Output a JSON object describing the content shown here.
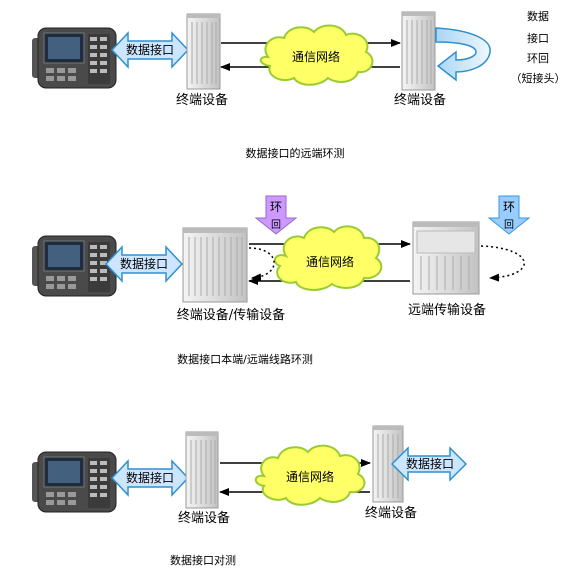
{
  "diagram1": {
    "interface_label": "数据接口",
    "network_label": "通信网络",
    "left_device_label": "终端设备",
    "right_device_label": "终端设备",
    "loop_note": [
      "数据",
      "接口",
      "环回",
      "（短接头）"
    ],
    "caption": "数据接口的远端环测"
  },
  "diagram2": {
    "interface_label": "数据接口",
    "network_label": "通信网络",
    "left_device_label": "终端设备/传输设备",
    "right_device_label": "远端传输设备",
    "loop_left": [
      "环",
      "回"
    ],
    "loop_right": [
      "环",
      "回"
    ],
    "caption": "数据接口本端/远端线路环测"
  },
  "diagram3": {
    "interface_label": "数据接口",
    "network_label": "通信网络",
    "left_device_label": "终端设备",
    "right_device_label": "终端设备",
    "remote_interface_label": "数据接口",
    "caption": "数据接口对测"
  },
  "colors": {
    "cloud_fill": "#ffff66",
    "cloud_stroke": "#99cc33",
    "interface_fill": "#cce6ff",
    "interface_stroke": "#2f8fd0",
    "loop_block_purple": "#cc99ff",
    "loop_block_blue": "#99ccff"
  }
}
